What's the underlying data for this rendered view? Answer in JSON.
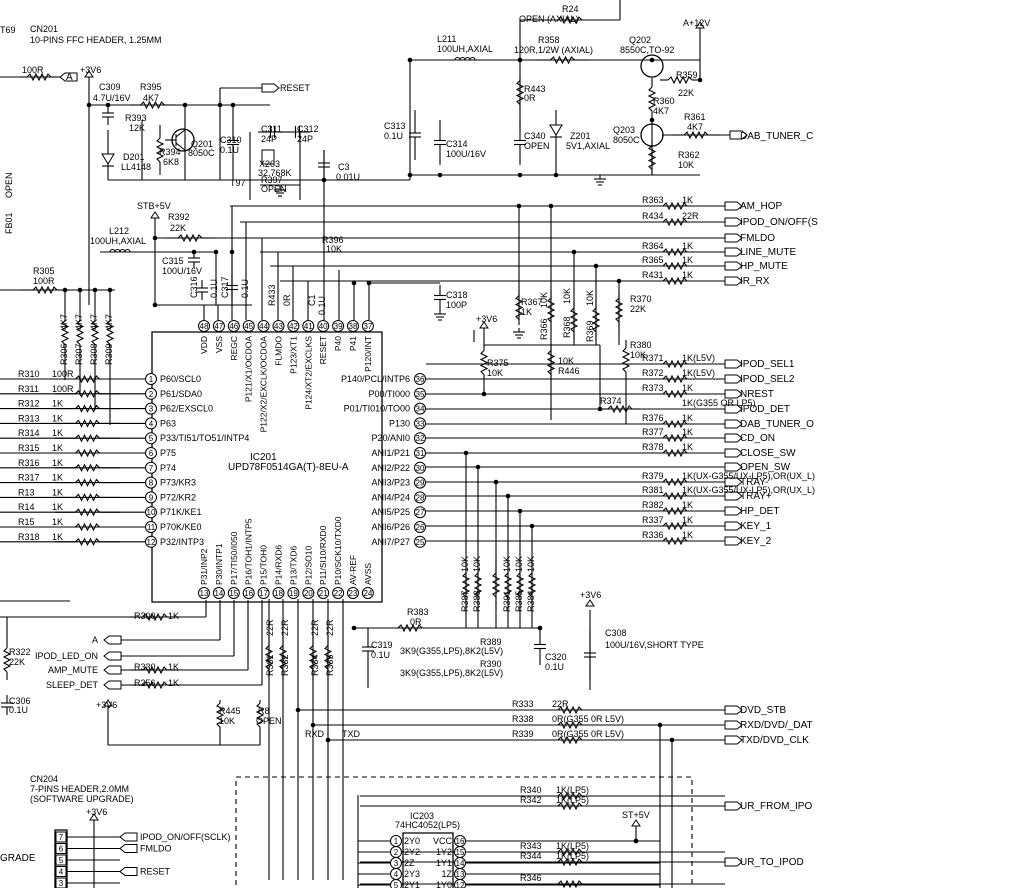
{
  "header_labels": {
    "cn201": "CN201",
    "cn201_desc": "10-PINS FFC HEADER, 1.25MM",
    "t69": "T69",
    "plus12v": "A+12V",
    "plus3v6_top": "+3V6",
    "stb5v": "STB+5V",
    "plus3v6_mid": "+3V6",
    "plus3v6_c308": "+3V6",
    "plus3v6_bottom": "+3V6",
    "st5v": "ST+5V",
    "t97": "T97",
    "ic201_ref": "IC201",
    "ic201_part": "UPD78F0514GA(T)-8EU-A",
    "ic203_ref": "IC203",
    "ic203_part": "74HC4052(LP5)",
    "cn204_ref": "CN204",
    "cn204_desc": "7-PINS HEADER,2.0MM",
    "cn204_note": "(SOFTWARE UPGRADE)",
    "upgrade": "GRADE",
    "a_left": "A",
    "a_top": "A",
    "rxd": "RXD",
    "txd": "TXD",
    "open_vert": "OPEN",
    "fb01": "FB01"
  },
  "components": [
    {
      "ref": "R24",
      "val": "OPEN (AXIAL)"
    },
    {
      "ref": "L211",
      "val": "100UH,AXIAL"
    },
    {
      "ref": "R358",
      "val": "120R,1/2W (AXIAL)"
    },
    {
      "ref": "Q202",
      "val": "8550C,TO-92"
    },
    {
      "ref": "R359",
      "val": "22K"
    },
    {
      "ref": "R443",
      "val": "0R"
    },
    {
      "ref": "R360",
      "val": "4K7"
    },
    {
      "ref": "R361",
      "val": "4K7"
    },
    {
      "ref": "C313",
      "val": "0.1U"
    },
    {
      "ref": "C314",
      "val": "100U/16V"
    },
    {
      "ref": "C340",
      "val": "OPEN"
    },
    {
      "ref": "Z201",
      "val": "5V1,AXIAL"
    },
    {
      "ref": "Q203",
      "val": "8050C"
    },
    {
      "ref": "R362",
      "val": "10K"
    },
    {
      "ref": "C309",
      "val": "4.7U/16V"
    },
    {
      "ref": "R395",
      "val": "4K7"
    },
    {
      "ref": "R393",
      "val": "12K"
    },
    {
      "ref": "R394",
      "val": "6K8"
    },
    {
      "ref": "Q201",
      "val": "8050C"
    },
    {
      "ref": "D201",
      "val": "LL4148"
    },
    {
      "ref": "C310",
      "val": "0.1U"
    },
    {
      "ref": "C311",
      "val": "24P"
    },
    {
      "ref": "C312",
      "val": "24P"
    },
    {
      "ref": "X203",
      "val": "32.768K"
    },
    {
      "ref": "R397",
      "val": "OPEN"
    },
    {
      "ref": "C3",
      "val": "0.01U"
    },
    {
      "ref": "R392",
      "val": "22K"
    },
    {
      "ref": "L212",
      "val": "100UH,AXIAL"
    },
    {
      "ref": "C315",
      "val": "100U/16V"
    },
    {
      "ref": "R396",
      "val": "10K"
    },
    {
      "ref": "C316",
      "val": "0.1U"
    },
    {
      "ref": "C317",
      "val": "0.1U"
    },
    {
      "ref": "R433",
      "val": "0R"
    },
    {
      "ref": "C1",
      "val": "0.1U"
    },
    {
      "ref": "C318",
      "val": "100P"
    },
    {
      "ref": "R305",
      "val": "100R"
    },
    {
      "ref": "R367",
      "val": "1K"
    },
    {
      "ref": "R366",
      "val": "10K"
    },
    {
      "ref": "R368",
      "val": "10K"
    },
    {
      "ref": "R369",
      "val": "10K"
    },
    {
      "ref": "R370",
      "val": "22K"
    },
    {
      "ref": "R380",
      "val": "10K"
    },
    {
      "ref": "R375",
      "val": "10K"
    },
    {
      "ref": "R446",
      "val": "10K"
    },
    {
      "ref": "R374",
      "val": ""
    },
    {
      "ref": "R306",
      "val": "4K7"
    },
    {
      "ref": "R307",
      "val": "4K7"
    },
    {
      "ref": "R308",
      "val": "4K7"
    },
    {
      "ref": "R309",
      "val": "4K7"
    },
    {
      "ref": "R383",
      "val": "0R"
    },
    {
      "ref": "C319",
      "val": "0.1U"
    },
    {
      "ref": "R389",
      "val": "3K9(G355,LP5),8K2(L5V)"
    },
    {
      "ref": "R390",
      "val": "3K9(G355,LP5),8K2(L5V)"
    },
    {
      "ref": "C320",
      "val": "0.1U"
    },
    {
      "ref": "C308",
      "val": "100U/16V,SHORT TYPE"
    },
    {
      "ref": "R300",
      "val": "1K"
    },
    {
      "ref": "R322",
      "val": "22K"
    },
    {
      "ref": "C306",
      "val": "0.1U"
    },
    {
      "ref": "R330",
      "val": "1K"
    },
    {
      "ref": "R256",
      "val": "1K"
    },
    {
      "ref": "R331",
      "val": "22R"
    },
    {
      "ref": "R332",
      "val": "22R"
    },
    {
      "ref": "R334",
      "val": "22R"
    },
    {
      "ref": "R335",
      "val": "22R"
    },
    {
      "ref": "R445",
      "val": "10K"
    },
    {
      "ref": "R8",
      "val": "OPEN"
    },
    {
      "ref": "R387",
      "val": "10K"
    },
    {
      "ref": "R388",
      "val": "10K"
    },
    {
      "ref": "R391",
      "val": "10K"
    },
    {
      "ref": "R385",
      "val": "10K"
    },
    {
      "ref": "R384",
      "val": "10K"
    }
  ],
  "ic201": {
    "left_pins": [
      {
        "num": "1",
        "name": "P60/SCL0"
      },
      {
        "num": "2",
        "name": "P61/SDA0"
      },
      {
        "num": "3",
        "name": "P62/EXSCL0"
      },
      {
        "num": "4",
        "name": "P63"
      },
      {
        "num": "5",
        "name": "P33/TI51/TO51/INTP4"
      },
      {
        "num": "6",
        "name": "P75"
      },
      {
        "num": "7",
        "name": "P74"
      },
      {
        "num": "8",
        "name": "P73/KR3"
      },
      {
        "num": "9",
        "name": "P72/KR2"
      },
      {
        "num": "10",
        "name": "P71K/KE1"
      },
      {
        "num": "11",
        "name": "P70K/KE0"
      },
      {
        "num": "12",
        "name": "P32/INTP3"
      }
    ],
    "right_pins": [
      {
        "num": "36",
        "name": "P140/PCL/INTP6"
      },
      {
        "num": "35",
        "name": "P00/TI000"
      },
      {
        "num": "34",
        "name": "P01/TI010/TO00"
      },
      {
        "num": "33",
        "name": "P130"
      },
      {
        "num": "32",
        "name": "P20/ANI0"
      },
      {
        "num": "31",
        "name": "ANI1/P21"
      },
      {
        "num": "30",
        "name": "ANI2/P22"
      },
      {
        "num": "29",
        "name": "ANI3/P23"
      },
      {
        "num": "28",
        "name": "ANI4/P24"
      },
      {
        "num": "27",
        "name": "ANI5/P25"
      },
      {
        "num": "26",
        "name": "ANI6/P26"
      },
      {
        "num": "25",
        "name": "ANI7/P27"
      }
    ],
    "top_pins": [
      {
        "num": "48",
        "name": "VDD"
      },
      {
        "num": "47",
        "name": "VSS"
      },
      {
        "num": "46",
        "name": "REGC"
      },
      {
        "num": "45",
        "name": "P121/X1/OCDOA"
      },
      {
        "num": "44",
        "name": "P122/X2/EXCLK/OCDOA"
      },
      {
        "num": "43",
        "name": "FLMDO"
      },
      {
        "num": "42",
        "name": "P123/XT1"
      },
      {
        "num": "41",
        "name": "P124/XT2/EXCLKS"
      },
      {
        "num": "40",
        "name": "RESET"
      },
      {
        "num": "39",
        "name": "P40"
      },
      {
        "num": "38",
        "name": "P41"
      },
      {
        "num": "37",
        "name": "P120/INT"
      }
    ],
    "bottom_pins": [
      {
        "num": "13",
        "name": "P31/INP2"
      },
      {
        "num": "14",
        "name": "P30/INTP1"
      },
      {
        "num": "15",
        "name": "P17/TI50/I050"
      },
      {
        "num": "16",
        "name": "P16/TOH1/INTP5"
      },
      {
        "num": "17",
        "name": "P15/TOH0"
      },
      {
        "num": "18",
        "name": "P14/RXD6"
      },
      {
        "num": "19",
        "name": "P13/TXD6"
      },
      {
        "num": "20",
        "name": "P12/SO10"
      },
      {
        "num": "21",
        "name": "P11/SI10/RXD0"
      },
      {
        "num": "22",
        "name": "P10/SCK10/TXD0"
      },
      {
        "num": "23",
        "name": "AV-REF"
      },
      {
        "num": "24",
        "name": "AVSS"
      }
    ]
  },
  "left_series": [
    {
      "ref": "R310",
      "val": "100R"
    },
    {
      "ref": "R311",
      "val": "100R"
    },
    {
      "ref": "R312",
      "val": "1K"
    },
    {
      "ref": "R313",
      "val": "1K"
    },
    {
      "ref": "R314",
      "val": "1K"
    },
    {
      "ref": "R315",
      "val": "1K"
    },
    {
      "ref": "R316",
      "val": "1K"
    },
    {
      "ref": "R317",
      "val": "1K"
    },
    {
      "ref": "R13",
      "val": "1K"
    },
    {
      "ref": "R14",
      "val": "1K"
    },
    {
      "ref": "R15",
      "val": "1K"
    },
    {
      "ref": "R318",
      "val": "1K"
    }
  ],
  "right_nets": [
    {
      "ref": "R363",
      "val": "1K",
      "net": "AM_HOP"
    },
    {
      "ref": "R434",
      "val": "22R",
      "net": "IPOD_ON/OFF(S"
    },
    {
      "ref": "",
      "val": "",
      "net": "FMLDO"
    },
    {
      "ref": "R364",
      "val": "1K",
      "net": "LINE_MUTE"
    },
    {
      "ref": "R365",
      "val": "1K",
      "net": "HP_MUTE"
    },
    {
      "ref": "R431",
      "val": "1K",
      "net": "IR_RX"
    },
    {
      "ref": "R371",
      "val": "1K(L5V)",
      "net": "IPOD_SEL1"
    },
    {
      "ref": "R372",
      "val": "1K(L5V)",
      "net": "IPOD_SEL2"
    },
    {
      "ref": "R373",
      "val": "1K",
      "net": "NREST"
    },
    {
      "ref": "",
      "val": "1K(G355 OR LP5)",
      "net": "IPOD_DET"
    },
    {
      "ref": "R376",
      "val": "1K",
      "net": "DAB_TUNER_O"
    },
    {
      "ref": "R377",
      "val": "1K",
      "net": "CD_ON"
    },
    {
      "ref": "R378",
      "val": "1K",
      "net": "CLOSE_SW"
    },
    {
      "ref": "",
      "val": "",
      "net": "OPEN_SW"
    },
    {
      "ref": "R379",
      "val": "1K(UX-G355/UX-LP5),OR(UX_L)",
      "net": "TRAY-"
    },
    {
      "ref": "R381",
      "val": "1K(UX-G355/UX-LP5),OR(UX_L)",
      "net": "TRAY+"
    },
    {
      "ref": "R382",
      "val": "1K",
      "net": "HP_DET"
    },
    {
      "ref": "R337",
      "val": "1K",
      "net": "KEY_1"
    },
    {
      "ref": "R336",
      "val": "1K",
      "net": "KEY_2"
    }
  ],
  "top_nets": {
    "reset": "RESET",
    "dab_tuner_c": "DAB_TUNER_C",
    "r_left": "100R"
  },
  "bottom_left_nets": [
    {
      "label": "A"
    },
    {
      "label": "IPOD_LED_ON"
    },
    {
      "label": "AMP_MUTE"
    },
    {
      "label": "SLEEP_DET"
    }
  ],
  "bottom_right_nets": [
    {
      "ref": "R333",
      "val": "22R",
      "net": "DVD_STB"
    },
    {
      "ref": "R338",
      "val": "0R(G355 0R L5V)",
      "net": "RXD/DVD/_DAT"
    },
    {
      "ref": "R339",
      "val": "0R(G355 0R L5V)",
      "net": "TXD/DVD_CLK"
    },
    {
      "ref": "R340",
      "val": "1K(LP5)",
      "net": ""
    },
    {
      "ref": "R342",
      "val": "1K(LP5)",
      "net": "UR_FROM_IPO"
    },
    {
      "ref": "R343",
      "val": "1K(LP5)",
      "net": ""
    },
    {
      "ref": "R344",
      "val": "1K(LP5)",
      "net": "UR_TO_IPOD"
    },
    {
      "ref": "R346",
      "val": "",
      "net": ""
    }
  ],
  "cn204_pins": [
    {
      "num": "7",
      "net": "IPOD_ON/OFF(SCLK)"
    },
    {
      "num": "6",
      "net": "FMLDO"
    },
    {
      "num": "5",
      "net": ""
    },
    {
      "num": "4",
      "net": "RESET"
    },
    {
      "num": "3",
      "net": ""
    }
  ],
  "ic203_pins": {
    "left": [
      {
        "num": "1",
        "name": "2Y0"
      },
      {
        "num": "2",
        "name": "2Y2"
      },
      {
        "num": "3",
        "name": "2Z"
      },
      {
        "num": "4",
        "name": "2Y3"
      },
      {
        "num": "5",
        "name": "2Y1"
      }
    ],
    "right": [
      {
        "num": "16",
        "name": "VCC"
      },
      {
        "num": "15",
        "name": "1Y2"
      },
      {
        "num": "14",
        "name": "1Y1"
      },
      {
        "num": "13",
        "name": "1Z"
      },
      {
        "num": "12",
        "name": "1Y0"
      }
    ]
  }
}
